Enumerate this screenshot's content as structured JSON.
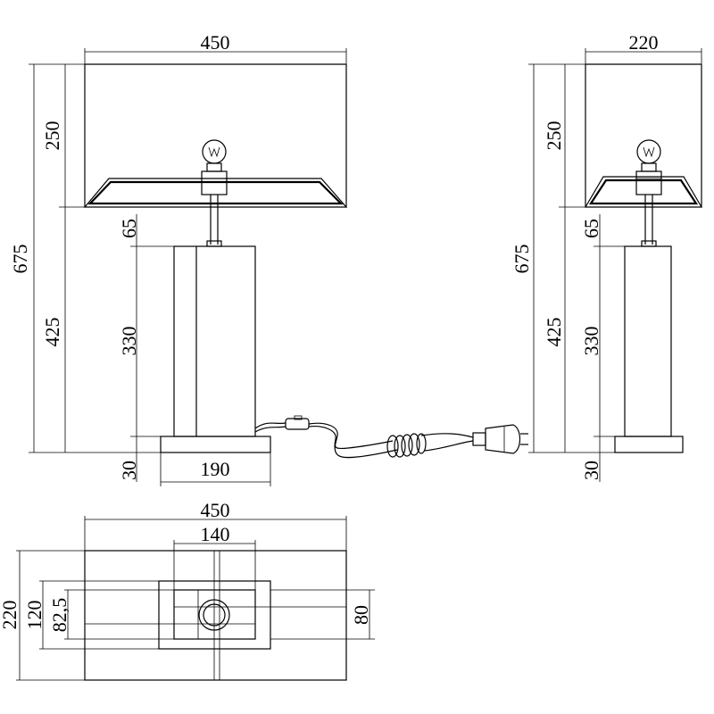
{
  "front_view": {
    "shade_width": "450",
    "total_height": "675",
    "shade_height": "250",
    "lower_height": "425",
    "neck_height": "65",
    "body_height": "330",
    "base_height": "30",
    "base_width": "190"
  },
  "side_view": {
    "shade_depth": "220",
    "total_height": "675",
    "shade_height": "250",
    "lower_height": "425",
    "neck_height": "65",
    "body_height": "330",
    "base_height": "30"
  },
  "top_view": {
    "shade_width": "450",
    "body_width": "140",
    "shade_depth": "220",
    "base_depth": "120",
    "body_depth": "82,5",
    "hole_span": "80"
  }
}
